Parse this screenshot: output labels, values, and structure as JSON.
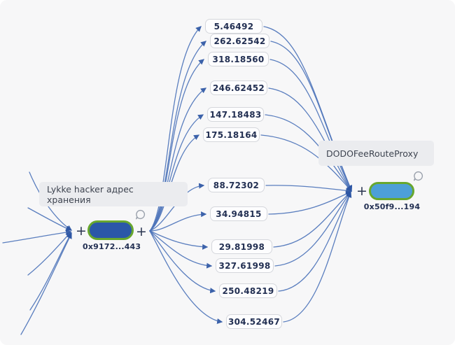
{
  "theme": {
    "background": "#f7f7f8",
    "edge_color": "#4d74ba",
    "arrow_color": "#2d56a4",
    "pill_border_green": "#68a72e",
    "source_pill_fill": "#2b57a8",
    "target_pill_fill": "#4d9fd8",
    "label_box_bg": "#ebecef",
    "amount_box_bg": "#fdfdfe",
    "amount_box_border": "#d5d7dc",
    "text_dark": "#233053"
  },
  "source_node": {
    "label": "Lykke hacker адрес хранения",
    "address": "0x9172...443",
    "expand_left": "+",
    "expand_right": "+",
    "comment_icon": "speech-bubble-icon"
  },
  "target_node": {
    "label": "DODOFeeRouteProxy",
    "address": "0x50f9...194",
    "expand_left": "+",
    "comment_icon": "speech-bubble-icon"
  },
  "amounts": [
    "5.46492",
    "262.62542",
    "318.18560",
    "246.62452",
    "147.18483",
    "175.18164",
    "88.72302",
    "34.94815",
    "29.81998",
    "327.61998",
    "250.48219",
    "304.52467"
  ]
}
